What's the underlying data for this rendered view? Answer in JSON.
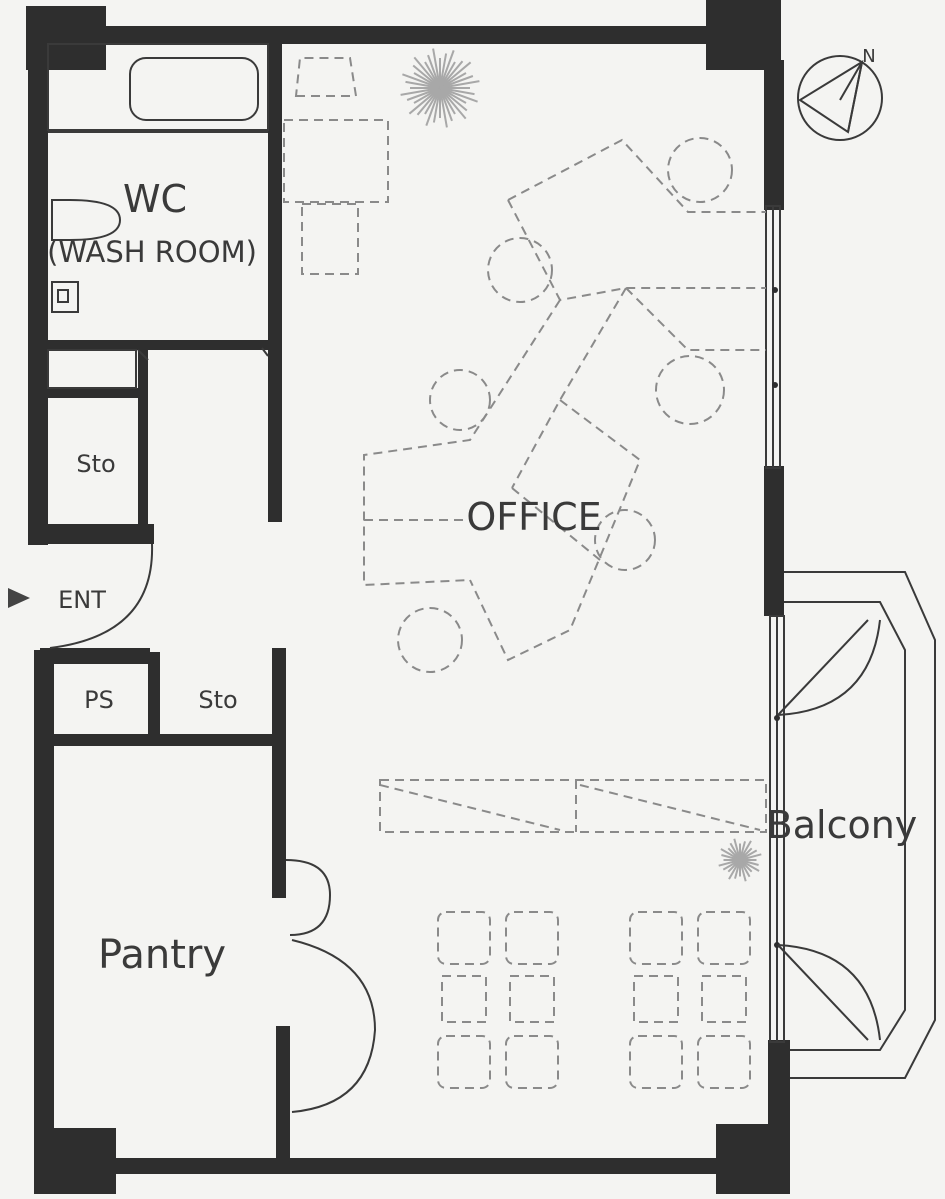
{
  "labels": {
    "wc": "WC",
    "wash_room": "(WASH ROOM)",
    "storage_upper": "Sto",
    "entrance": "ENT",
    "ps": "PS",
    "storage_lower": "Sto",
    "pantry": "Pantry",
    "office": "OFFICE",
    "balcony": "Balcony",
    "north": "N"
  },
  "icons": {
    "entrance_arrow": "triangle-right",
    "north_compass": "compass-arrow",
    "plant": "asterisk-plant"
  },
  "colors": {
    "wall": "#2e2e2e",
    "furniture": "#8a8a8a",
    "plant": "#a8a8a8",
    "background": "#f4f4f2"
  }
}
